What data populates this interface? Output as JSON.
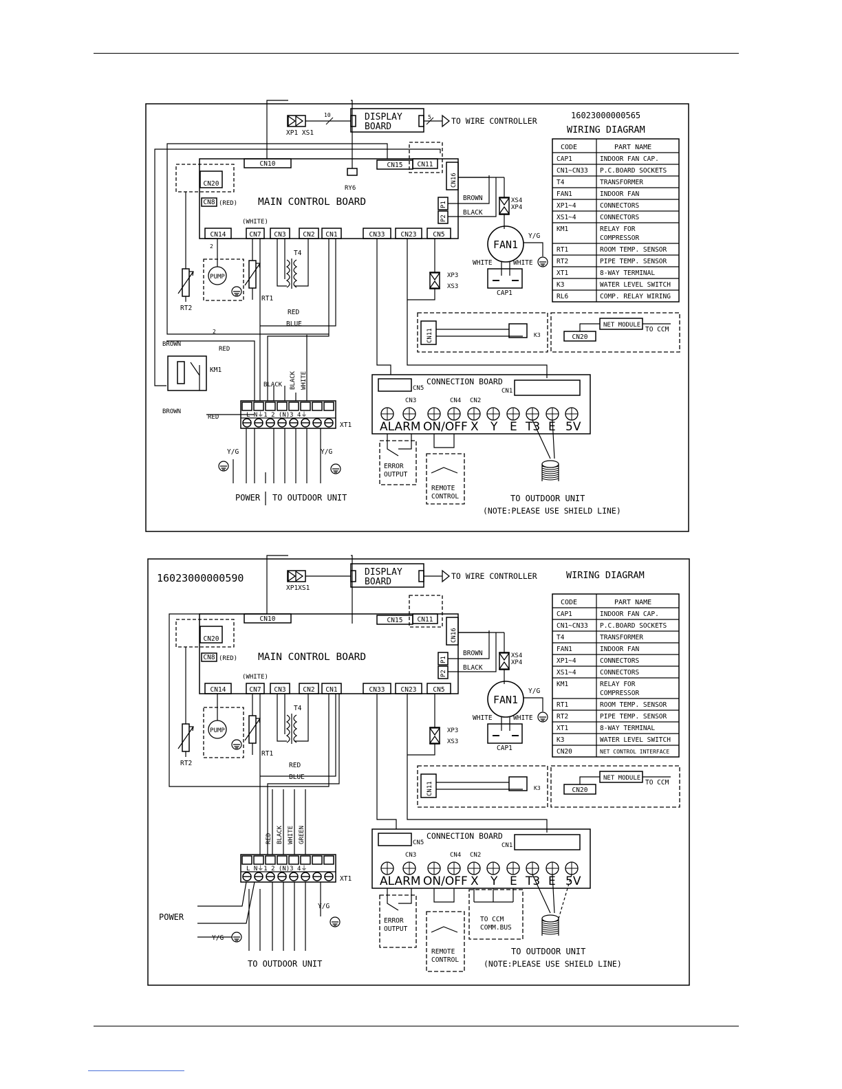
{
  "diagrams": [
    {
      "model_code": "16023000000565",
      "title": "WIRING DIAGRAM",
      "display_board": [
        "DISPLAY",
        "BOARD"
      ],
      "to_wire_controller": "TO WIRE CONTROLLER",
      "xp1xs1": "XP1 XS1",
      "wire_count_display": "10",
      "wire_count_controller": "5",
      "main_board": "MAIN CONTROL BOARD",
      "cn10": "CN10",
      "cn15": "CN15",
      "cn11": "CN11",
      "cn16": "CN16",
      "cn20": "CN20",
      "cn8": "CN8",
      "cn8_color": "(RED)",
      "ry6": "RY6",
      "white_label": "(WHITE)",
      "cn14": "CN14",
      "cn7": "CN7",
      "cn3": "CN3",
      "cn2": "CN2",
      "cn1": "CN1",
      "cn33": "CN33",
      "cn23": "CN23",
      "cn5": "CN5",
      "p1": "P1",
      "p2": "P2",
      "brown": "BROWN",
      "black": "BLACK",
      "xs4": "XS4",
      "xp4": "XP4",
      "fan1": "FAN1",
      "yg": "Y/G",
      "white": "WHITE",
      "cap1": "CAP1",
      "xp3": "XP3",
      "xs3": "XS3",
      "t4": "T4",
      "pump": "PUMP",
      "rt1": "RT1",
      "rt2": "RT2",
      "two": "2",
      "red": "RED",
      "blue": "BLUE",
      "km1": "KM1",
      "brown_km": "BROWN",
      "wire_labels": [
        "BLACK",
        "BLACK",
        "WHITE"
      ],
      "terminal_label": "L N⏚1 2 (N)3 4⏚",
      "xt1": "XT1",
      "power": "POWER",
      "to_outdoor": "TO OUTDOOR UNIT",
      "k3": "K3",
      "net_module": "NET MODULE",
      "to_ccm": "TO CCM",
      "connection_board": "CONNECTION BOARD",
      "cb_cn5": "CN5",
      "cb_cn1": "CN1",
      "cb_cn3": "CN3",
      "cb_cn4": "CN4",
      "cb_cn2": "CN2",
      "terminals": [
        "ALARM",
        "ON/OFF",
        "X",
        "Y",
        "E",
        "T3",
        "E",
        "5V"
      ],
      "error_output": [
        "ERROR",
        "OUTPUT"
      ],
      "remote_control": [
        "REMOTE",
        "CONTROL"
      ],
      "to_outdoor_unit": "TO OUTDOOR  UNIT",
      "note": "(NOTE:PLEASE USE SHIELD LINE)",
      "parts_header": [
        "CODE",
        "PART NAME"
      ],
      "parts": [
        [
          "CAP1",
          "INDOOR FAN CAP."
        ],
        [
          "CN1~CN33",
          "P.C.BOARD SOCKETS"
        ],
        [
          "T4",
          "TRANSFORMER"
        ],
        [
          "FAN1",
          "INDOOR FAN"
        ],
        [
          "XP1~4",
          "CONNECTORS"
        ],
        [
          "XS1~4",
          "CONNECTORS"
        ],
        [
          "KM1",
          "RELAY FOR|COMPRESSOR"
        ],
        [
          "RT1",
          "ROOM TEMP. SENSOR"
        ],
        [
          "RT2",
          "PIPE TEMP. SENSOR"
        ],
        [
          "XT1",
          "8-WAY TERMINAL"
        ],
        [
          "K3",
          "WATER LEVEL SWITCH"
        ],
        [
          "RL6",
          "COMP. RELAY WIRING"
        ]
      ]
    },
    {
      "model_code": "16023000000590",
      "title": "WIRING  DIAGRAM",
      "display_board": [
        "DISPLAY",
        "BOARD"
      ],
      "to_wire_controller": "TO WIRE CONTROLLER",
      "xp1xs1": "XP1XS1",
      "main_board": "MAIN CONTROL BOARD",
      "cn10": "CN10",
      "cn15": "CN15",
      "cn11": "CN11",
      "cn16": "CN16",
      "cn20": "CN20",
      "cn8": "CN8",
      "cn8_color": "(RED)",
      "white_label": "(WHITE)",
      "cn14": "CN14",
      "cn7": "CN7",
      "cn3": "CN3",
      "cn2": "CN2",
      "cn1": "CN1",
      "cn33": "CN33",
      "cn23": "CN23",
      "cn5": "CN5",
      "p1": "P1",
      "p2": "P2",
      "brown": "BROWN",
      "black": "BLACK",
      "xs4": "XS4",
      "xp4": "XP4",
      "fan1": "FAN1",
      "yg": "Y/G",
      "white": "WHITE",
      "cap1": "CAP1",
      "xp3": "XP3",
      "xs3": "XS3",
      "t4": "T4",
      "pump": "PUMP",
      "rt1": "RT1",
      "rt2": "RT2",
      "red": "RED",
      "blue": "BLUE",
      "wire_labels": [
        "RED",
        "BLACK",
        "WHITE",
        "GREEN"
      ],
      "terminal_label": "L N⏚1 2 (N)3 4⏚",
      "xt1": "XT1",
      "power": "POWER",
      "to_outdoor": "TO OUTDOOR UNIT",
      "k3": "K3",
      "net_module": "NET MODULE",
      "to_ccm": "TO CCM",
      "connection_board": "CONNECTION BOARD",
      "cb_cn5": "CN5",
      "cb_cn1": "CN1",
      "cb_cn3": "CN3",
      "cb_cn4": "CN4",
      "cb_cn2": "CN2",
      "terminals": [
        "ALARM",
        "ON/OFF",
        "X",
        "Y",
        "E",
        "T3",
        "E",
        "5V"
      ],
      "error_output": [
        "ERROR",
        "OUTPUT"
      ],
      "remote_control": [
        "REMOTE",
        "CONTROL"
      ],
      "ccm_bus": [
        "TO CCM",
        "COMM.BUS"
      ],
      "to_outdoor_unit": "TO OUTDOOR  UNIT",
      "note": "(NOTE:PLEASE USE SHIELD LINE)",
      "parts_header": [
        "CODE",
        "PART NAME"
      ],
      "parts": [
        [
          "CAP1",
          "INDOOR FAN CAP."
        ],
        [
          "CN1~CN33",
          "P.C.BOARD SOCKETS"
        ],
        [
          "T4",
          "TRANSFORMER"
        ],
        [
          "FAN1",
          "INDOOR FAN"
        ],
        [
          "XP1~4",
          "CONNECTORS"
        ],
        [
          "XS1~4",
          "CONNECTORS"
        ],
        [
          "KM1",
          "RELAY FOR|COMPRESSOR"
        ],
        [
          "RT1",
          "ROOM TEMP. SENSOR"
        ],
        [
          "RT2",
          "PIPE TEMP. SENSOR"
        ],
        [
          "XT1",
          "8-WAY TERMINAL"
        ],
        [
          "K3",
          "WATER LEVEL SWITCH"
        ],
        [
          "CN20",
          "NET CONTROL INTERFACE"
        ]
      ]
    }
  ]
}
